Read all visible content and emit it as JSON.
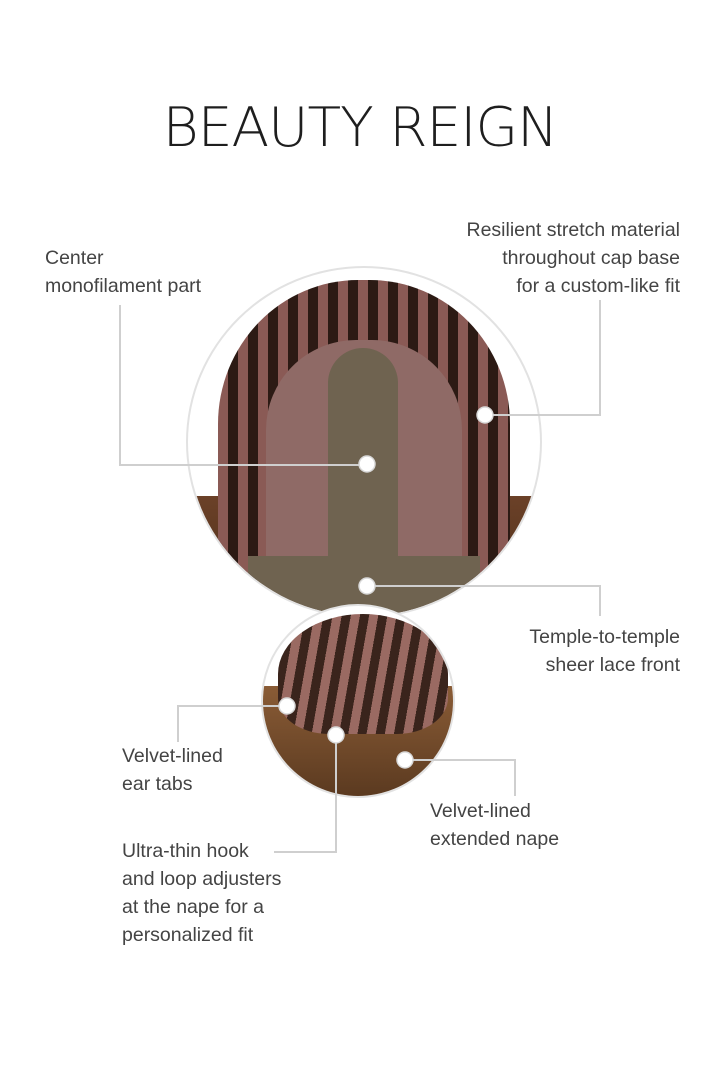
{
  "title": "BEAUTY REIGN",
  "callouts": {
    "center_mono": [
      "Center",
      "monofilament part"
    ],
    "stretch": [
      "Resilient stretch material",
      "throughout cap base",
      "for a custom-like fit"
    ],
    "temple": [
      "Temple-to-temple",
      "sheer lace front"
    ],
    "ear_tabs": [
      "Velvet-lined",
      "ear tabs"
    ],
    "nape": [
      "Velvet-lined",
      "extended nape"
    ],
    "hook": [
      "Ultra-thin hook",
      "and loop adjusters",
      "at the nape for a",
      "personalized fit"
    ]
  },
  "colors": {
    "line": "#cfcfcf",
    "text": "#444444"
  }
}
